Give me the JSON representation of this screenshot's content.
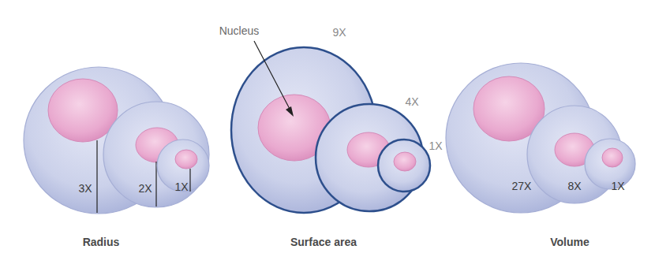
{
  "diagram": {
    "nodes": [
      {
        "text": [
          "3X"
        ]
      },
      {
        "text": [
          "2X"
        ]
      },
      {
        "text": [
          "1X"
        ]
      },
      {
        "text": [
          "9X"
        ]
      },
      {
        "text": [
          "4X"
        ]
      },
      {
        "text": [
          "1X"
        ]
      },
      {
        "text": [
          "27X"
        ]
      },
      {
        "text": [
          "8X"
        ]
      },
      {
        "text": [
          "1X"
        ]
      }
    ],
    "labels": [
      "Nucleus",
      "Radius",
      "Surface area",
      "Volume"
    ]
  }
}
